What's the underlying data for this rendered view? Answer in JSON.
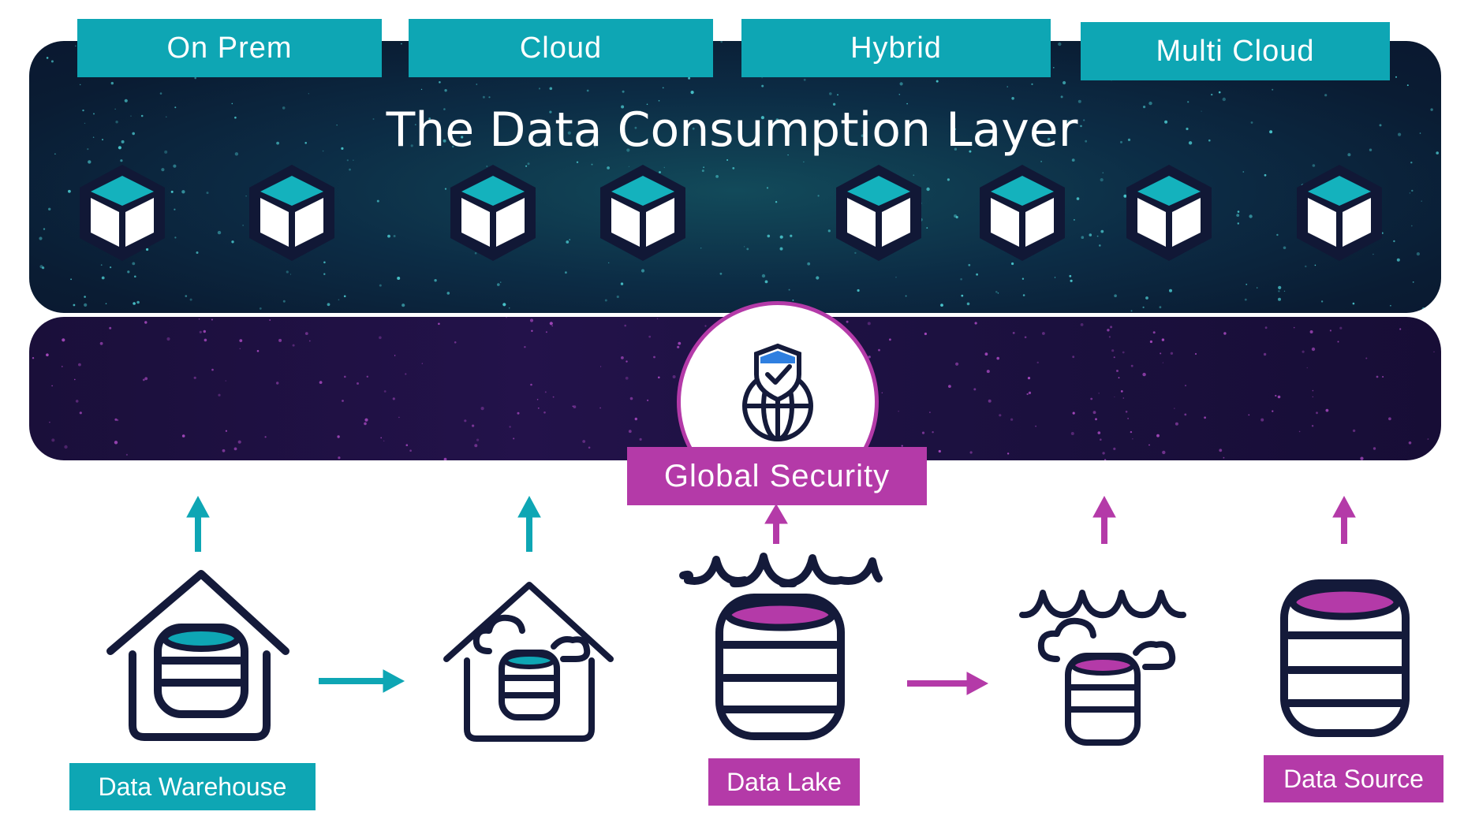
{
  "title": "The Data Consumption Layer",
  "tabs": [
    {
      "label": "On Prem"
    },
    {
      "label": "Cloud"
    },
    {
      "label": "Hybrid"
    },
    {
      "label": "Multi Cloud"
    }
  ],
  "security": {
    "label": "Global Security"
  },
  "sources": [
    {
      "label": "Data Warehouse"
    },
    {
      "label": "Data Lake"
    },
    {
      "label": "Data Source"
    }
  ],
  "colors": {
    "teal": "#0ea6b4",
    "magenta": "#b43aa8",
    "navy": "#141a3a"
  },
  "icons": [
    "cube-icon",
    "shield-globe-icon",
    "house-database-icon",
    "house-cloud-database-icon",
    "lake-database-icon",
    "lake-cloud-database-icon",
    "database-icon",
    "arrow-up-icon",
    "arrow-right-icon"
  ]
}
